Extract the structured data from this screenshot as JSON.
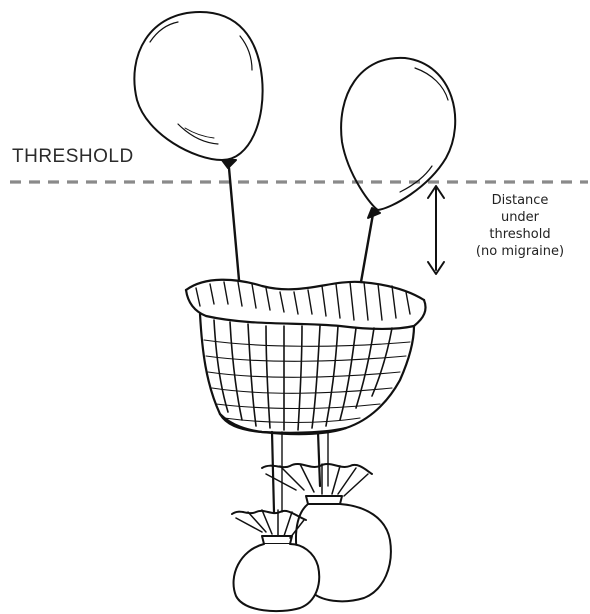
{
  "threshold": {
    "label": "THRESHOLD"
  },
  "distance_note": {
    "line1": "Distance",
    "line2": "under",
    "line3": "threshold",
    "line4": "(no migraine)"
  },
  "colors": {
    "ink": "#111111",
    "threshold_line": "#8a8a8a",
    "background": "#ffffff"
  },
  "icons": {
    "balloon_left": "balloon-icon",
    "balloon_right": "balloon-icon",
    "basket": "basket-icon",
    "weight_bags": "sack-icon",
    "distance_arrow": "double-arrow-icon"
  }
}
